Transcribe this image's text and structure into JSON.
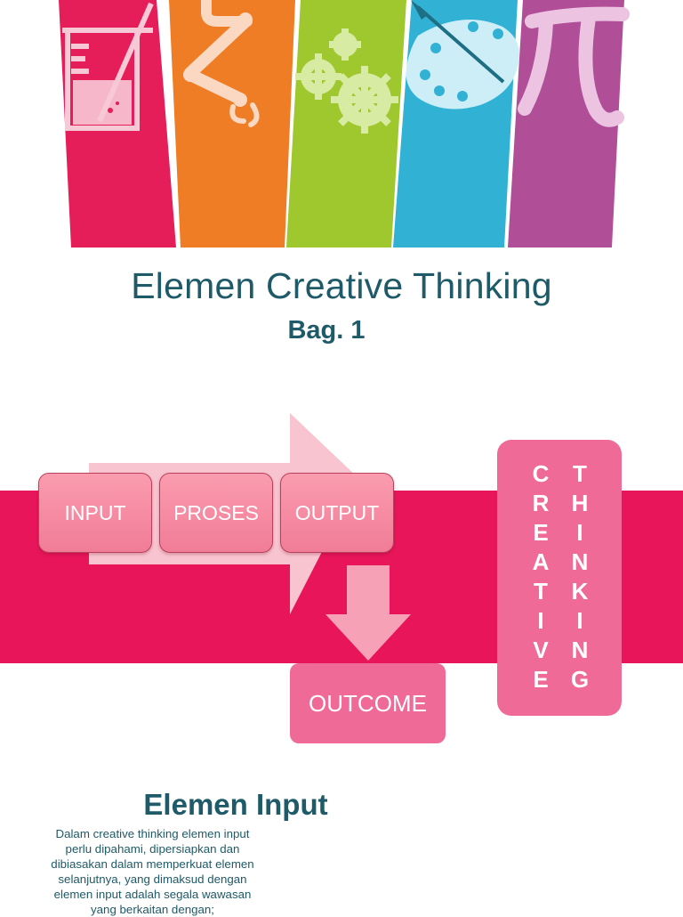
{
  "banner": {
    "stripes": [
      {
        "color": "#e51d58",
        "icon": "beaker-icon"
      },
      {
        "color": "#ef7d25",
        "icon": "robot-arm-icon"
      },
      {
        "color": "#9fc82e",
        "icon": "gears-icon"
      },
      {
        "color": "#31b2d5",
        "icon": "palette-icon"
      },
      {
        "color": "#b04f97",
        "icon": "pi-icon"
      }
    ]
  },
  "header": {
    "title": "Elemen Creative Thinking",
    "subtitle": "Bag. 1"
  },
  "diagram": {
    "band_color": "#e8155a",
    "nodes": {
      "input": "INPUT",
      "proses": "PROSES",
      "output": "OUTPUT",
      "outcome": "OUTCOME"
    },
    "vertical_words": {
      "creative": [
        "C",
        "R",
        "E",
        "A",
        "T",
        "I",
        "V",
        "E"
      ],
      "thinking": [
        "T",
        "H",
        "I",
        "N",
        "K",
        "I",
        "N",
        "G"
      ]
    }
  },
  "section": {
    "heading": "Elemen Input",
    "body_lines": [
      "Dalam creative thinking elemen input",
      "perlu dipahami, dipersiapkan dan",
      "dibiasakan dalam memperkuat elemen",
      "selanjutnya, yang dimaksud dengan",
      "elemen input adalah segala wawasan",
      "yang berkaitan dengan;"
    ]
  }
}
